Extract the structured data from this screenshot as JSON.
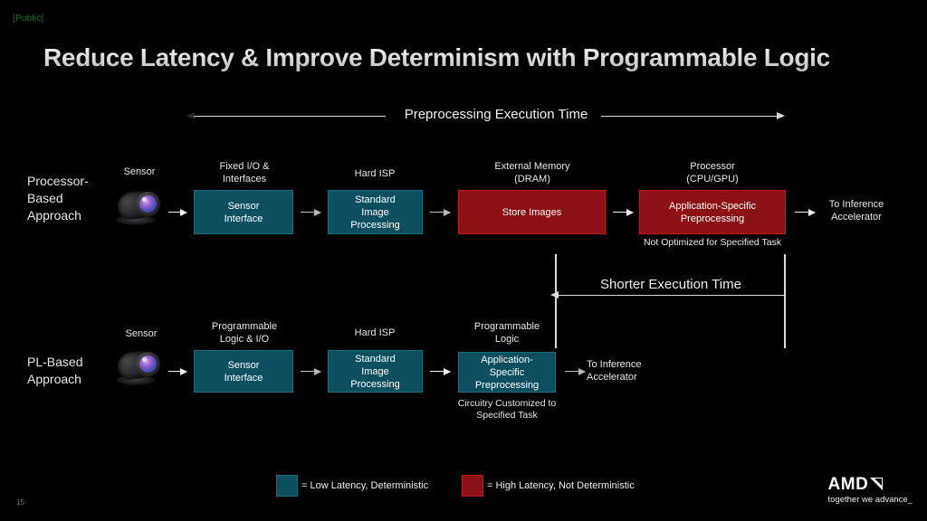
{
  "slide": {
    "classification": "[Public]",
    "number": "15",
    "title": "Reduce Latency & Improve Determinism with Programmable Logic"
  },
  "header": {
    "exec_time_label": "Preprocessing Execution Time"
  },
  "rows": [
    {
      "label": "Processor-\nBased\nApproach",
      "label_lines": [
        "Processor-",
        "Based",
        "Approach"
      ],
      "sensor_caption": "Sensor",
      "stages": [
        {
          "caption": "Fixed I/O &\nInterfaces",
          "caption_lines": [
            "Fixed I/O &",
            "Interfaces"
          ],
          "box_lines": [
            "Sensor",
            "Interface"
          ],
          "color": "teal"
        },
        {
          "caption": "Hard ISP",
          "caption_lines": [
            "Hard ISP"
          ],
          "box_lines": [
            "Standard",
            "Image",
            "Processing"
          ],
          "color": "teal"
        },
        {
          "caption": "External Memory\n(DRAM)",
          "caption_lines": [
            "External Memory",
            "(DRAM)"
          ],
          "box_lines": [
            "Store Images"
          ],
          "color": "red"
        },
        {
          "caption": "Processor\n(CPU/GPU)",
          "caption_lines": [
            "Processor",
            "(CPU/GPU)"
          ],
          "box_lines": [
            "Application-Specific",
            "Preprocessing"
          ],
          "color": "red",
          "note_lines": [
            "Not Optimized for Specified Task"
          ]
        }
      ],
      "output_lines": [
        "To Inference",
        "Accelerator"
      ]
    },
    {
      "label": "PL-Based\nApproach",
      "label_lines": [
        "PL-Based",
        "Approach"
      ],
      "sensor_caption": "Sensor",
      "stages": [
        {
          "caption": "Programmable\nLogic & I/O",
          "caption_lines": [
            "Programmable",
            "Logic & I/O"
          ],
          "box_lines": [
            "Sensor",
            "Interface"
          ],
          "color": "teal"
        },
        {
          "caption": "Hard ISP",
          "caption_lines": [
            "Hard ISP"
          ],
          "box_lines": [
            "Standard",
            "Image",
            "Processing"
          ],
          "color": "teal"
        },
        {
          "caption": "Programmable\nLogic",
          "caption_lines": [
            "Programmable",
            "Logic"
          ],
          "box_lines": [
            "Application-",
            "Specific",
            "Preprocessing"
          ],
          "color": "teal",
          "note_lines": [
            "Circuitry Customized to",
            "Specified Task"
          ]
        }
      ],
      "output_lines": [
        "To Inference",
        "Accelerator"
      ]
    }
  ],
  "comparison": {
    "shorter_label": "Shorter Execution Time"
  },
  "legend": {
    "items": [
      {
        "color": "teal",
        "label": "= Low Latency, Deterministic",
        "hex": "#0c4f5e"
      },
      {
        "color": "red",
        "label": "= High Latency, Not Deterministic",
        "hex": "#8b1117"
      }
    ]
  },
  "brand": {
    "name": "AMD",
    "tagline": "together we advance_",
    "icon": "amd-arrow-icon"
  },
  "colors": {
    "background": "#000000",
    "teal": "#0c4f5e",
    "teal_border": "#1b6d7d",
    "red": "#8b1117",
    "red_border": "#c8161d",
    "text": "#ffffff",
    "public_green": "#1f6b28"
  }
}
